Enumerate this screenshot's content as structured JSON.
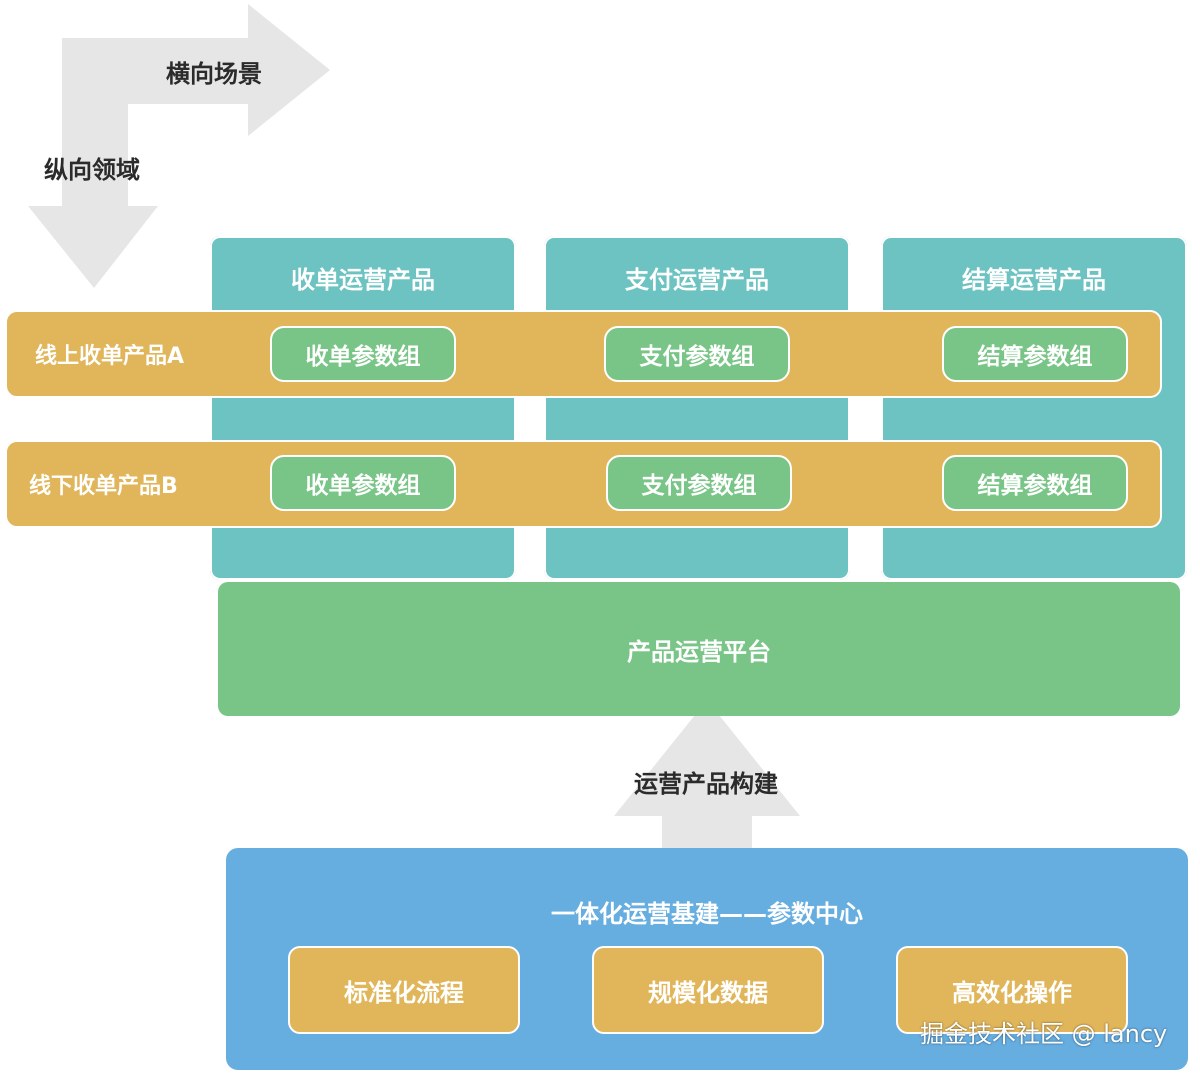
{
  "axes": {
    "horizontal_label": "横向场景",
    "vertical_label": "纵向领域",
    "build_label": "运营产品构建"
  },
  "columns": [
    {
      "title": "收单运营产品"
    },
    {
      "title": "支付运营产品"
    },
    {
      "title": "结算运营产品"
    }
  ],
  "rows": [
    {
      "label": "线上收单产品A",
      "params": [
        "收单参数组",
        "支付参数组",
        "结算参数组"
      ]
    },
    {
      "label": "线下收单产品B",
      "params": [
        "收单参数组",
        "支付参数组",
        "结算参数组"
      ]
    }
  ],
  "platform": {
    "label": "产品运营平台"
  },
  "base": {
    "title": "一体化运营基建——参数中心",
    "cards": [
      "标准化流程",
      "规模化数据",
      "高效化操作"
    ]
  },
  "watermark": "掘金技术社区 @ lancy",
  "colors": {
    "teal": "#6cc3c1",
    "gold": "#e1b65a",
    "green": "#79c487",
    "blue": "#66ade0",
    "arrow_gray": "#e6e6e6"
  }
}
